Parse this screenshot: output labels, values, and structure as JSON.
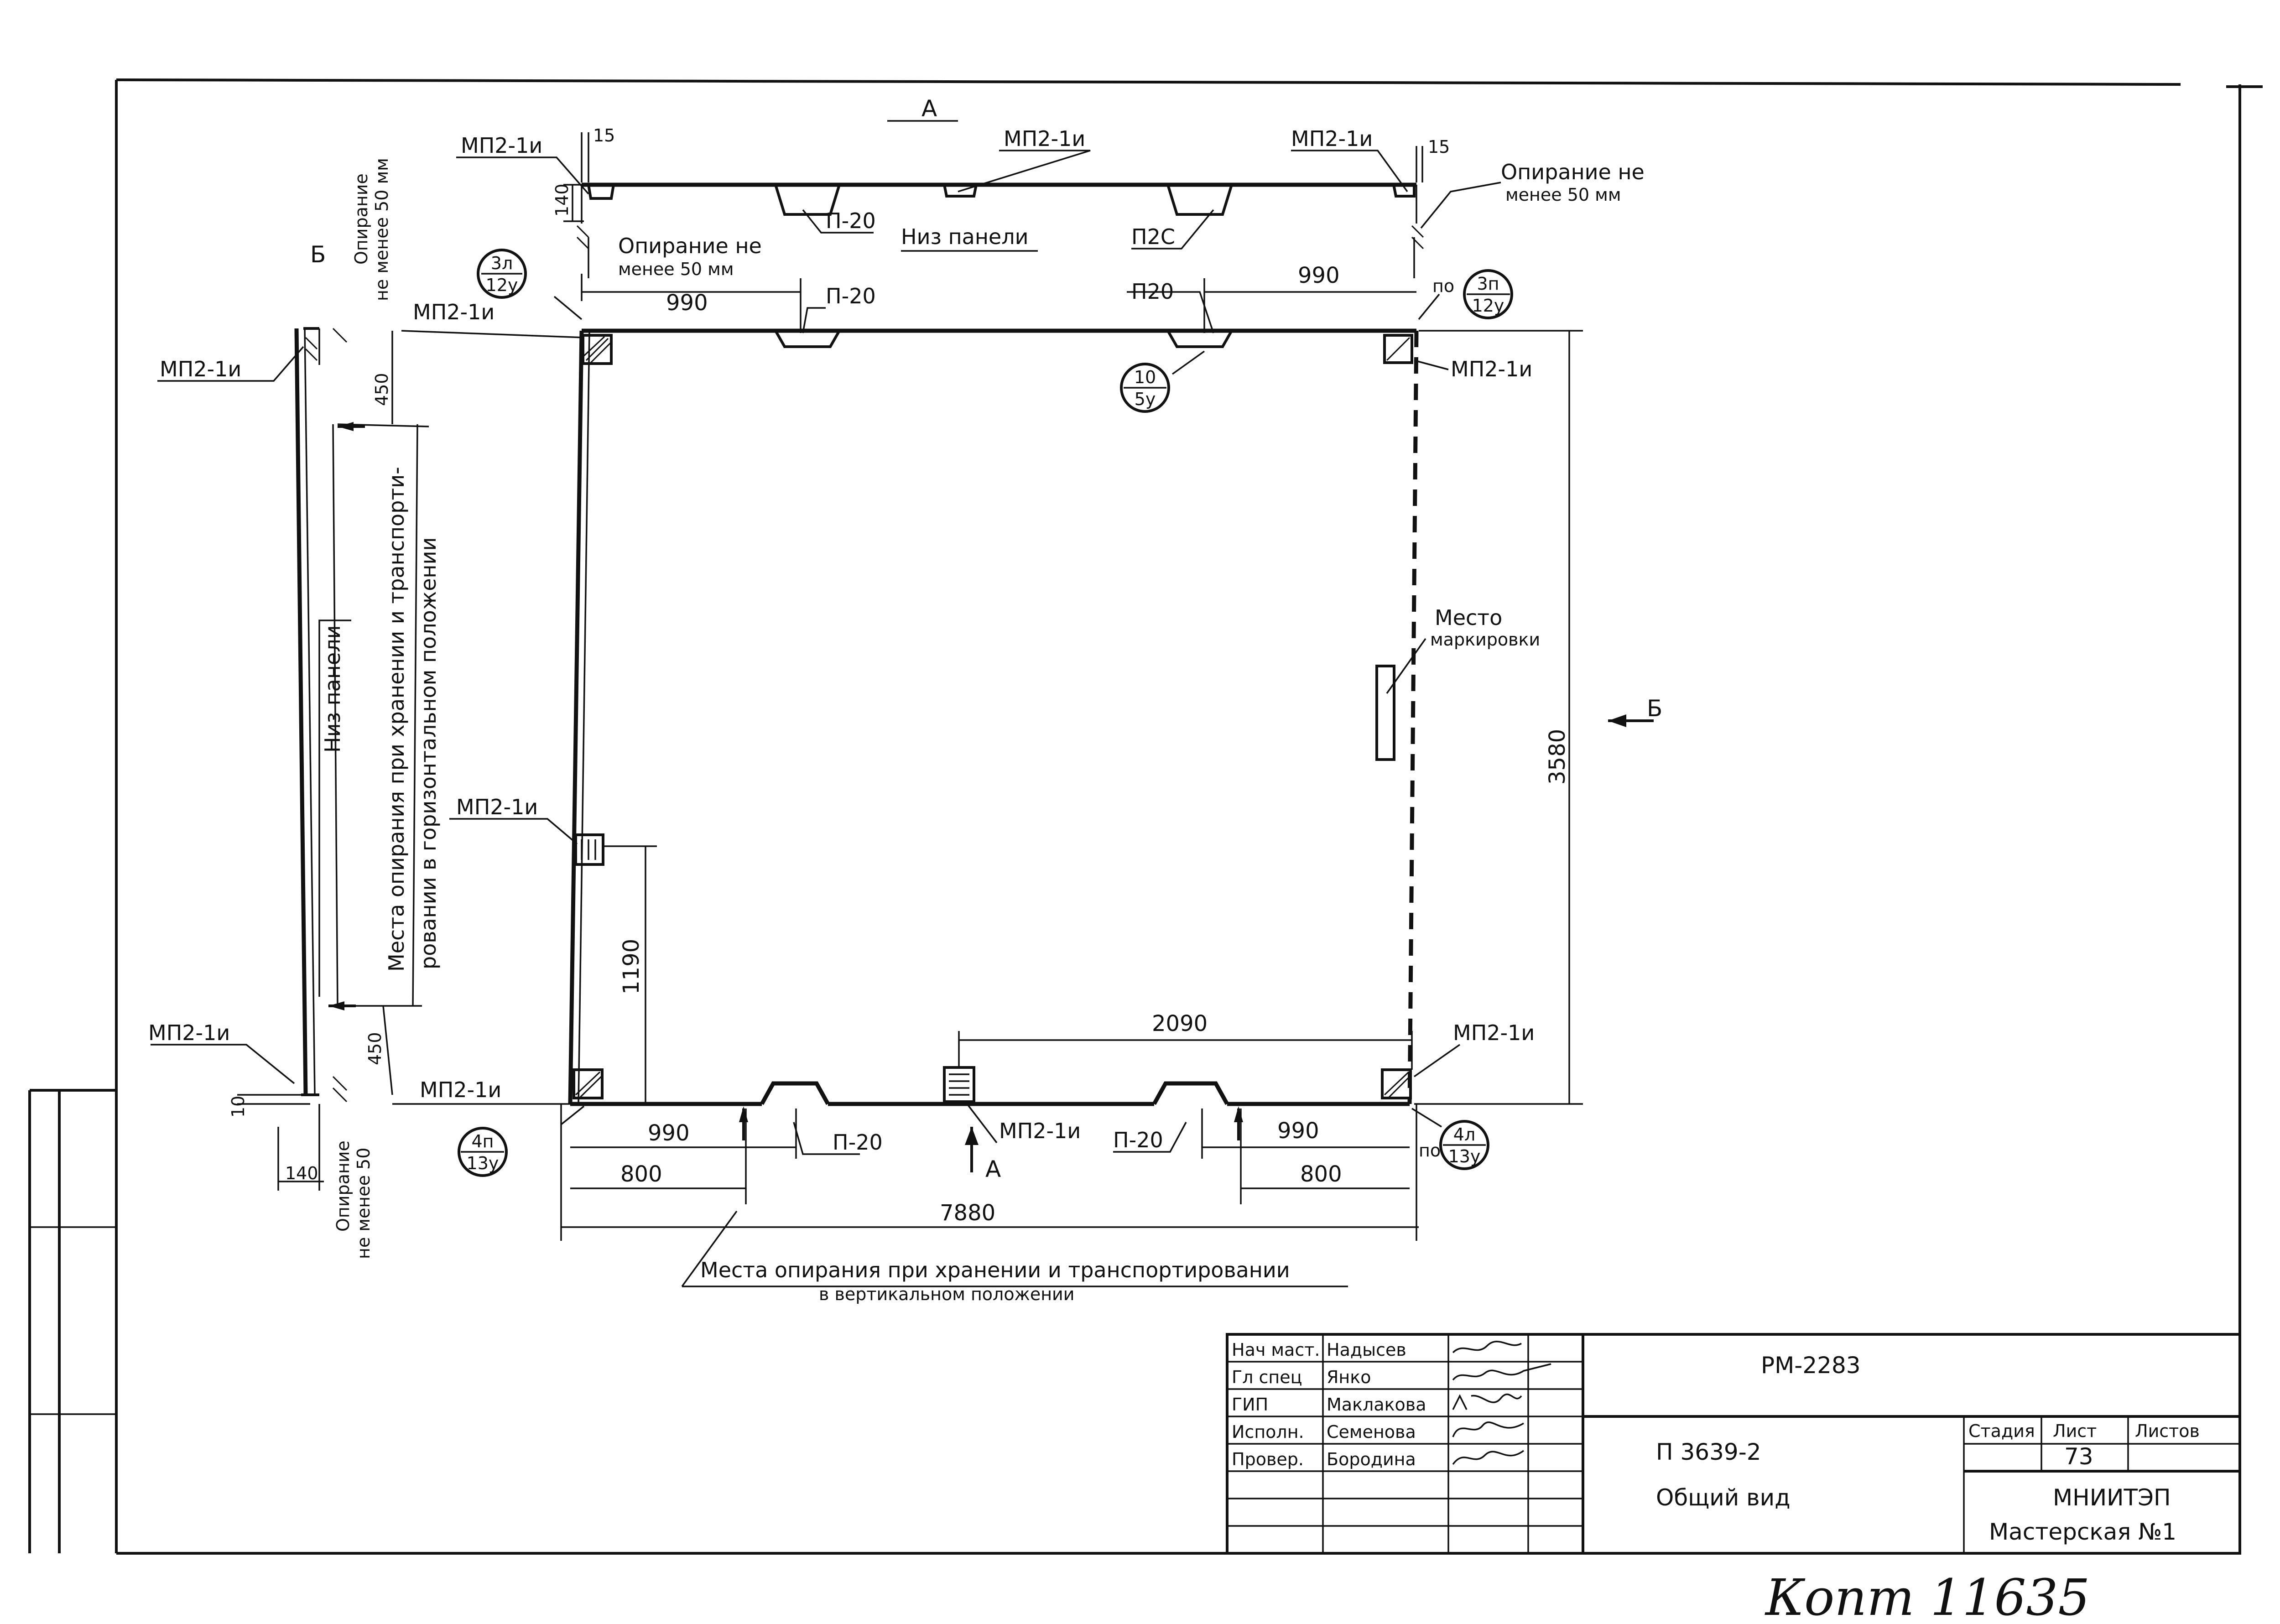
{
  "labels": {
    "view_a_top": "А",
    "view_a_arrow": "А",
    "view_b_left": "Б",
    "view_b_arrow": "Б",
    "mp_1": "МП2-1и",
    "p20": "П-20",
    "p20_alt": "П20",
    "p2c": "П2С",
    "niz_paneli_top": "Низ панели",
    "niz_paneli_side": "Низ панели",
    "support_top_left_1": "Опирание не",
    "support_top_left_2": "менее 50 мм",
    "support_top_right_1": "Опирание не",
    "support_top_right_2": "менее 50 мм",
    "support_side_top_1": "Опирание",
    "support_side_top_2": "не менее 50 мм",
    "support_side_bottom_1": "Опирание",
    "support_side_bottom_2": "не менее 50",
    "marking_1": "Место",
    "marking_2": "маркировки",
    "horiz_support_1": "Места опирания при хранении и транспорти-",
    "horiz_support_2": "ровании в горизонтальном положении",
    "vert_support_1": "Места опирания при хранении и транспортировании",
    "vert_support_2": "в вертикальном положении",
    "no": "по"
  },
  "callouts": {
    "c_3l": {
      "top": "3л",
      "bottom": "12у"
    },
    "c_3p": {
      "top": "3п",
      "bottom": "12у"
    },
    "c_10": {
      "top": "10",
      "bottom": "5у"
    },
    "c_4p": {
      "top": "4п",
      "bottom": "13у"
    },
    "c_4l": {
      "top": "4л",
      "bottom": "13у"
    }
  },
  "dimensions": {
    "d15_left": "15",
    "d15_right": "15",
    "d140_top": "140",
    "d990_top_left": "990",
    "d990_top_right": "990",
    "d450_top": "450",
    "d450_bottom": "450",
    "d3580": "3580",
    "d1190": "1190",
    "d2090": "2090",
    "d990_bot_left": "990",
    "d990_bot_right": "990",
    "d800_left": "800",
    "d800_right": "800",
    "d7880": "7880",
    "d10": "10",
    "d140_side": "140"
  },
  "title_block": {
    "roles": [
      "Нач маст.",
      "Гл спец",
      "ГИП",
      "Исполн.",
      "Провер."
    ],
    "names": [
      "Надысев",
      "Янко",
      "Маклакова",
      "Семенова",
      "Бородина"
    ],
    "doc_code": "РМ-2283",
    "project_code": "П 3639-2",
    "sheet_title": "Общий вид",
    "stage_label": "Стадия",
    "sheet_label": "Лист",
    "sheets_label": "Листов",
    "sheet_number": "73",
    "org_1": "МНИИТЭП",
    "org_2": "Мастерская №1",
    "handwriting": "Копт 11635"
  }
}
